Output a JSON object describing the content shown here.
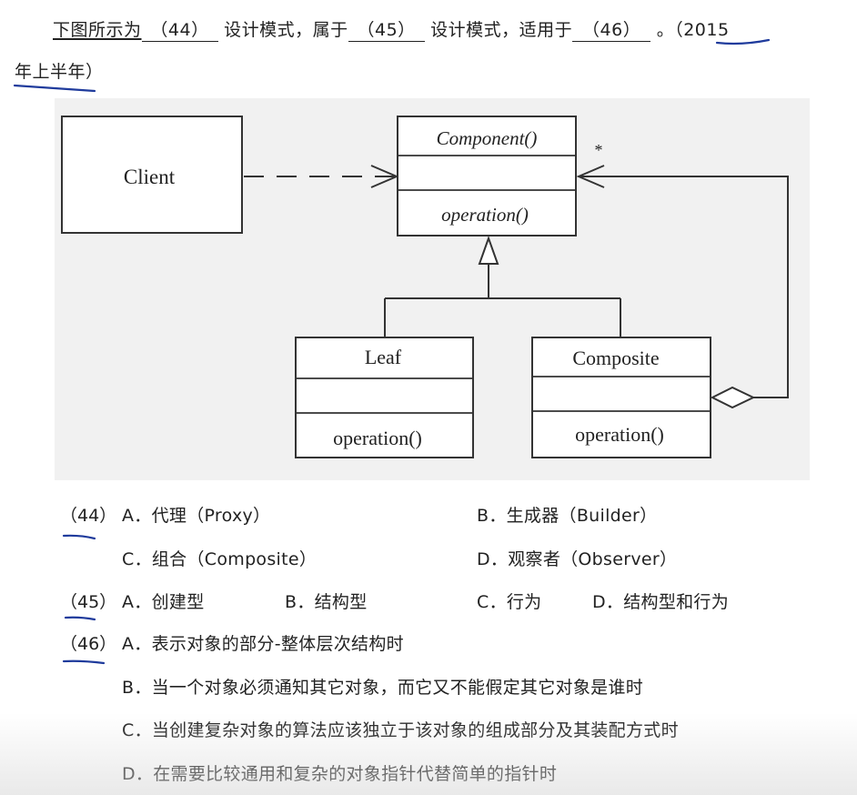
{
  "question": {
    "line1_prefix": "下图所示为",
    "blank44": "（44）",
    "mid1": "设计模式，属于",
    "blank45": "（45）",
    "mid2": "设计模式，适用于",
    "blank46": "（46）",
    "line1_tail": "。（2015",
    "line2": "年上半年）"
  },
  "diagram": {
    "client": "Client",
    "component": "Component()",
    "component_op": "operation()",
    "multiplicity": "*",
    "leaf": "Leaf",
    "leaf_op": "operation()",
    "composite": "Composite",
    "composite_op": "operation()"
  },
  "options": {
    "q44_num": "（44）",
    "q44_a": "A．代理（Proxy）",
    "q44_b": "B．生成器（Builder）",
    "q44_c": "C．组合（Composite）",
    "q44_d": "D．观察者（Observer）",
    "q45_num": "（45）",
    "q45_a": "A．创建型",
    "q45_b": "B．结构型",
    "q45_c": "C．行为",
    "q45_d": "D．结构型和行为",
    "q46_num": "（46）",
    "q46_a": "A．表示对象的部分-整体层次结构时",
    "q46_b": "B．当一个对象必须通知其它对象，而它又不能假定其它对象是谁时",
    "q46_c": "C．当创建复杂对象的算法应该独立于该对象的组成部分及其装配方式时",
    "q46_d": "D．在需要比较通用和复杂的对象指针代替简单的指针时"
  }
}
